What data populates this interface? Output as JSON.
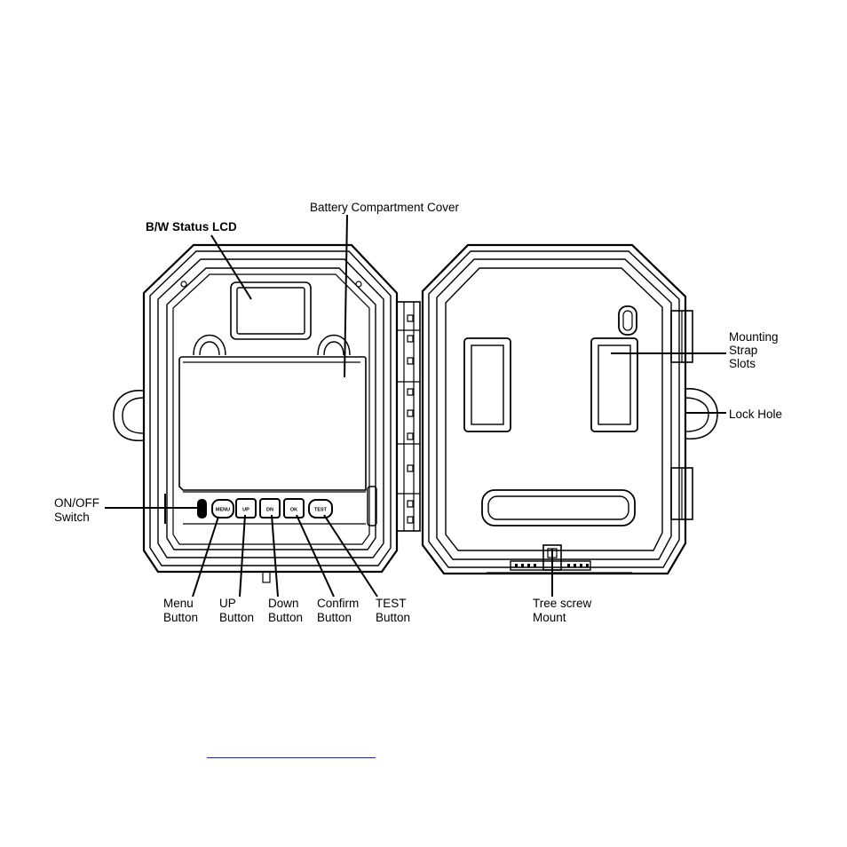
{
  "labels": {
    "bw_status_lcd": "B/W Status LCD",
    "battery_cover": "Battery Compartment Cover",
    "on_off_1": "ON/OFF",
    "on_off_2": "Switch",
    "menu_1": "Menu",
    "menu_2": "Button",
    "up_1": "UP",
    "up_2": "Button",
    "down_1": "Down",
    "down_2": "Button",
    "confirm_1": "Confirm",
    "confirm_2": "Button",
    "test_1": "TEST",
    "test_2": "Button",
    "mounting_1": "Mounting",
    "mounting_2": "Strap",
    "mounting_3": "Slots",
    "lock_hole": "Lock Hole",
    "tree_screw_1": "Tree screw",
    "tree_screw_2": "Mount"
  },
  "buttons": {
    "menu": "MENU",
    "up": "UP",
    "down": "DN",
    "ok": "OK",
    "test": "TEST"
  },
  "link": {
    "color": "#1a1aff"
  }
}
